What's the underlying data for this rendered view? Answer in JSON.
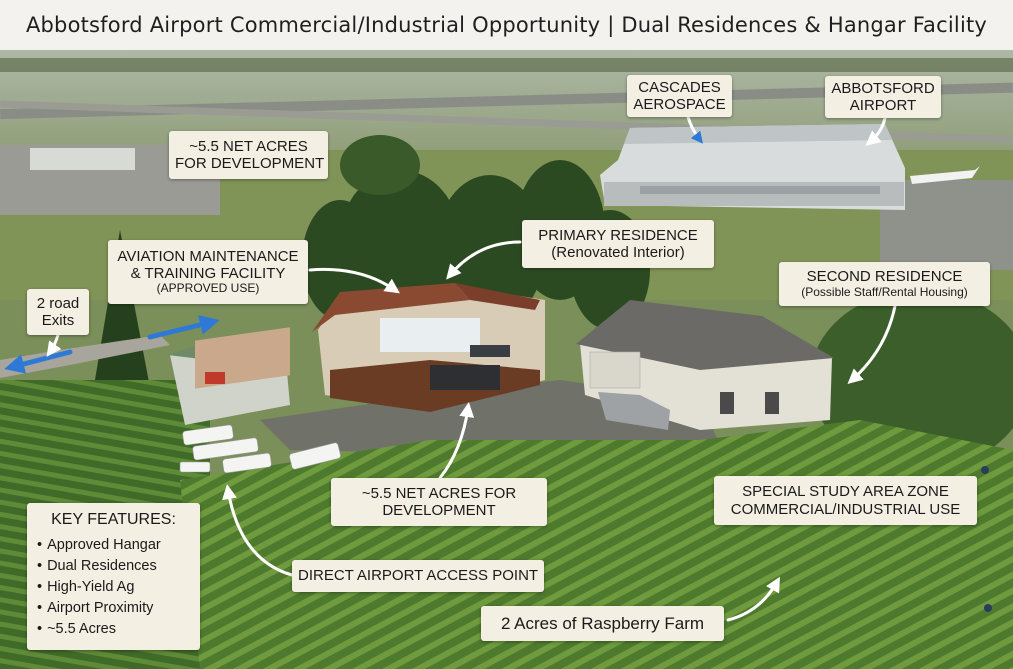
{
  "title": "Abbotsford Airport Commercial/Industrial Opportunity | Dual Residences & Hangar Facility",
  "labels": {
    "cascades": [
      "CASCADES",
      "AEROSPACE"
    ],
    "airport": [
      "ABBOTSFORD",
      "AIRPORT"
    ],
    "acres_top": [
      "~5.5 NET ACRES",
      "FOR DEVELOPMENT"
    ],
    "aviation": [
      "AVIATION MAINTENANCE",
      "& TRAINING FACILITY",
      "(APPROVED USE)"
    ],
    "primary": [
      "PRIMARY RESIDENCE",
      "(Renovated Interior)"
    ],
    "second": [
      "SECOND RESIDENCE",
      "(Possible Staff/Rental Housing)"
    ],
    "road": [
      "2 road",
      "Exits"
    ],
    "acres_mid": [
      "~5.5 NET ACRES FOR",
      "DEVELOPMENT"
    ],
    "special": [
      "SPECIAL STUDY AREA ZONE",
      "COMMERCIAL/INDUSTRIAL USE"
    ],
    "access": "DIRECT AIRPORT ACCESS POINT",
    "raspberry": "2 Acres of Raspberry Farm"
  },
  "key_features": {
    "heading": "KEY FEATURES:",
    "items": [
      "Approved Hangar",
      "Dual Residences",
      "High-Yield Ag",
      "Airport Proximity",
      "~5.5 Acres"
    ]
  },
  "colors": {
    "label_bg": "#f4efe3",
    "arrow_white": "#ffffff",
    "arrow_blue": "#2f79d6",
    "field_green": "#5f8a3a",
    "sky_haze": "#b9c1b0"
  }
}
